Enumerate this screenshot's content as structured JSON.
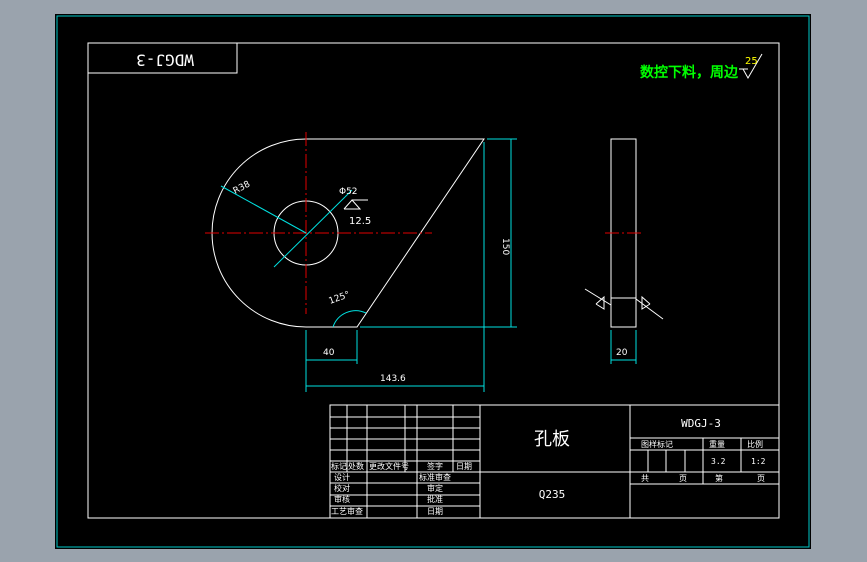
{
  "drawing_code_mirrored": "WDGJ-3",
  "note": {
    "text": "数控下料，周边",
    "roughness": "25"
  },
  "part": {
    "radius_label": "R38",
    "hole_label": "Φ52",
    "hole_roughness": "12.5",
    "angle_label": "125°",
    "dim_40": "40",
    "dim_143_6": "143.6",
    "dim_150": "150",
    "dim_20": "20"
  },
  "title_block": {
    "part_name": "孔板",
    "material": "Q235",
    "drawing_no": "WDGJ-3",
    "stage_mark_label": "图样标记",
    "weight_label": "重量",
    "scale_label": "比例",
    "weight_value": "3.2",
    "scale_value": "1:2",
    "total_label": "共",
    "sheet_label": "页",
    "page_label": "第",
    "page_suffix": "页",
    "rev_headers": [
      "标记",
      "处数",
      "更改文件号",
      "签字",
      "日期"
    ],
    "roles": [
      "设计",
      "校对",
      "审核",
      "工艺审查"
    ],
    "roles_right": [
      "标准审查",
      "审定",
      "批准",
      "日期"
    ]
  },
  "colors": {
    "outline": "#ffffff",
    "dimension": "#00e0e0",
    "centerline": "#e00000",
    "note": "#00ff00",
    "frame": "#ffffff"
  }
}
